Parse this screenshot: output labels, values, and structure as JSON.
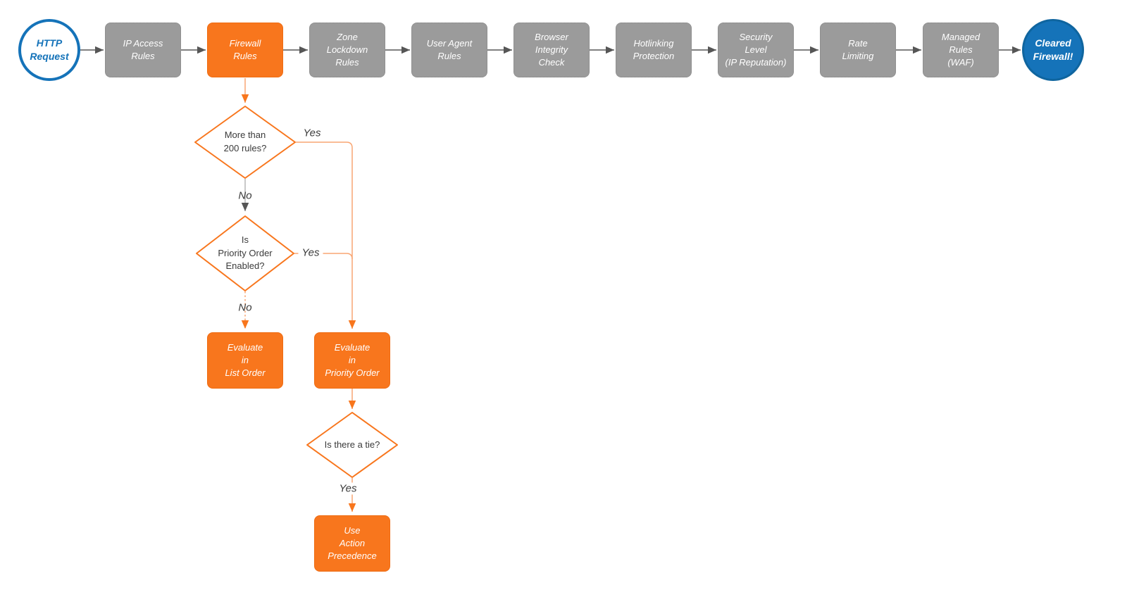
{
  "colors": {
    "orange": "#f8761d",
    "orange-border": "#ee6c13",
    "orange-light": "#f9a673",
    "gray-node": "#9b9b9b",
    "gray-node-border": "#858585",
    "blue": "#1573b9",
    "connector": "#565656",
    "connector-light": "#b5b5b5",
    "text-dark": "#3a3a3a"
  },
  "pipeline": {
    "start_label": "HTTP\nRequest",
    "steps": [
      {
        "label": "IP Access\nRules",
        "variant": "gray"
      },
      {
        "label": "Firewall\nRules",
        "variant": "orange"
      },
      {
        "label": "Zone\nLockdown\nRules",
        "variant": "gray"
      },
      {
        "label": "User Agent\nRules",
        "variant": "gray"
      },
      {
        "label": "Browser\nIntegrity\nCheck",
        "variant": "gray"
      },
      {
        "label": "Hotlinking\nProtection",
        "variant": "gray"
      },
      {
        "label": "Security\nLevel\n(IP Reputation)",
        "variant": "gray"
      },
      {
        "label": "Rate\nLimiting",
        "variant": "gray"
      },
      {
        "label": "Managed\nRules\n(WAF)",
        "variant": "gray"
      }
    ],
    "end_label": "Cleared\nFirewall!"
  },
  "branch": {
    "decision_rules_count": {
      "label": "More than\n200 rules?",
      "yes_label": "Yes",
      "no_label": "No"
    },
    "decision_priority_order": {
      "label": "Is\nPriority Order\nEnabled?",
      "yes_label": "Yes",
      "no_label": "No"
    },
    "action_list_order": {
      "label": "Evaluate\nin\nList Order"
    },
    "action_priority_order": {
      "label": "Evaluate\nin\nPriority Order"
    },
    "decision_tie": {
      "label": "Is there a tie?",
      "yes_label": "Yes"
    },
    "action_precedence": {
      "label": "Use\nAction\nPrecedence"
    }
  }
}
